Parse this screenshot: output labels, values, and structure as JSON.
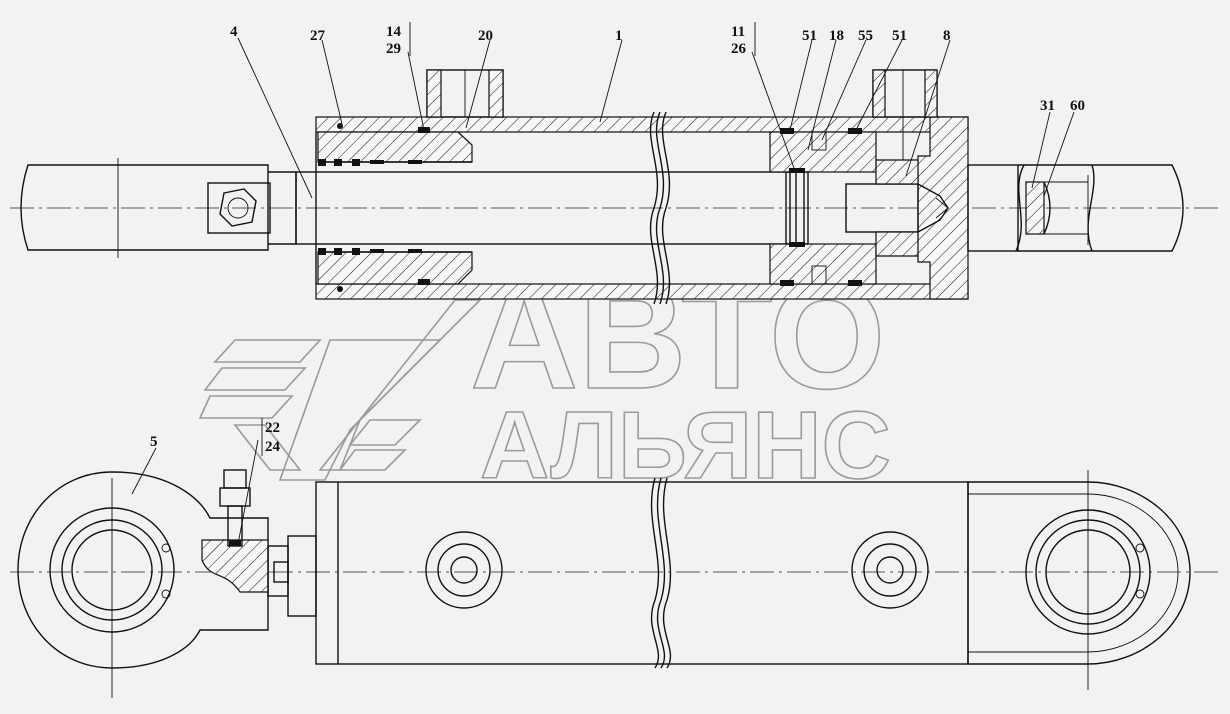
{
  "callouts": {
    "c4": "4",
    "c27": "27",
    "c14": "14",
    "c29": "29",
    "c20": "20",
    "c1": "1",
    "c11": "11",
    "c26": "26",
    "c51a": "51",
    "c18": "18",
    "c55": "55",
    "c51b": "51",
    "c8": "8",
    "c31": "31",
    "c60": "60",
    "c5": "5",
    "c22": "22",
    "c24": "24"
  },
  "watermark": {
    "line1": "АВТО",
    "line2": "АЛЬЯНС"
  }
}
